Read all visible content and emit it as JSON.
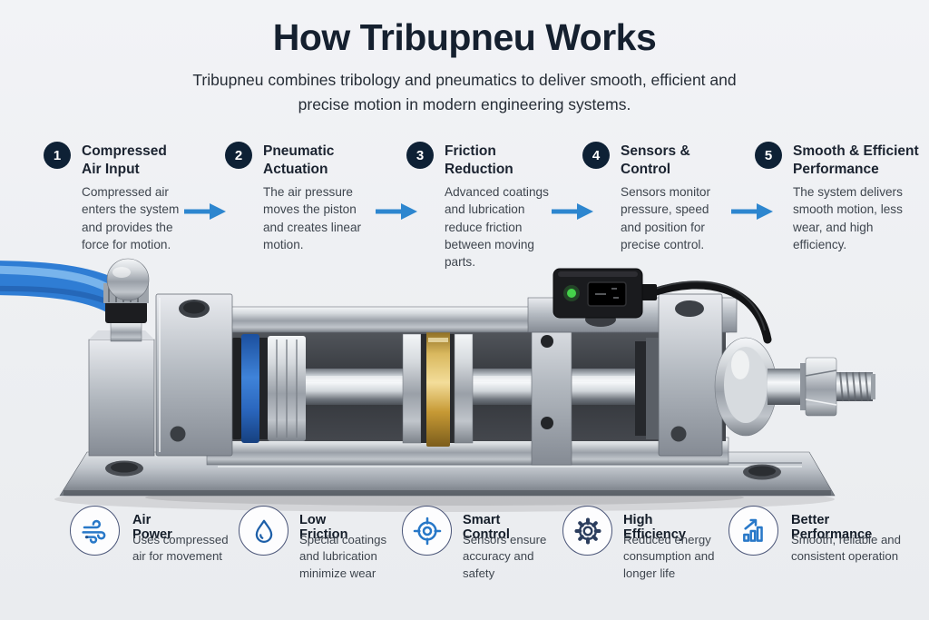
{
  "header": {
    "title": "How Tribupneu Works",
    "subtitle": "Tribupneu combines tribology and pneumatics to deliver smooth, efficient and precise motion in modern engineering systems."
  },
  "steps": [
    {
      "number": "1",
      "title": "Compressed Air Input",
      "description": "Compressed air enters the system and provides the force for motion."
    },
    {
      "number": "2",
      "title": "Pneumatic Actuation",
      "description": "The air pressure moves the piston and creates linear motion."
    },
    {
      "number": "3",
      "title": "Friction Reduction",
      "description": "Advanced coatings and lubrication reduce friction between moving parts."
    },
    {
      "number": "4",
      "title": "Sensors & Control",
      "description": "Sensors monitor pressure, speed and position for precise control."
    },
    {
      "number": "5",
      "title": "Smooth & Efficient Performance",
      "description": "The system delivers smooth motion, less wear, and high efficiency."
    }
  ],
  "features": [
    {
      "icon": "wind-icon",
      "label": "Air Power",
      "description": "Uses compressed air for movement"
    },
    {
      "icon": "droplet-icon",
      "label": "Low Friction",
      "description": "Special coatings and lubrication minimize wear"
    },
    {
      "icon": "target-icon",
      "label": "Smart Control",
      "description": "Sensors ensure accuracy and safety"
    },
    {
      "icon": "gear-icon",
      "label": "High Efficiency",
      "description": "Reduced energy consumption and longer life"
    },
    {
      "icon": "bar-chart-icon",
      "label": "Better Performance",
      "description": "Smooth, reliable and consistent operation"
    }
  ],
  "colors": {
    "background": "#edeff2",
    "heading_navy": "#15202f",
    "step_circle_navy": "#0e2135",
    "arrow_blue": "#2d86cf",
    "hose_blue": "#2f7dd4",
    "piston_seal_blue": "#2f6fd0",
    "piston_ring_gold": "#c9a44a",
    "sensor_led_green": "#45d14b",
    "icon_blue": "#2b7fd0"
  }
}
